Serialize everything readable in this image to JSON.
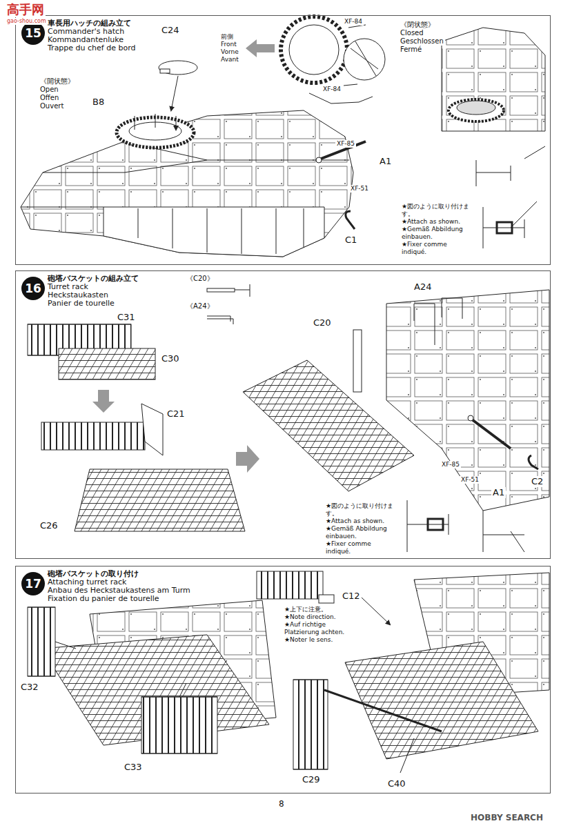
{
  "diagram": {
    "nodes": [
      {
        "text": [
          "車長用ハッチの組み立て",
          "Commander's hatch",
          "Kommandantenluke",
          "Trappe du chef de bord"
        ]
      },
      {
        "text": [
          "15"
        ],
        "in": 0
      },
      {
        "text": [
          "砲塔バスケットの組み立て",
          "Turret rack",
          "Heckstaukasten",
          "Panier de tourelle"
        ]
      },
      {
        "text": [
          "16"
        ],
        "in": 2
      },
      {
        "text": [
          "砲塔バスケットの取り付け",
          "Attaching turret rack",
          "Anbau des Heckstaukastens am Turm",
          "Fixation du panier de tourelle"
        ]
      },
      {
        "text": [
          "17"
        ],
        "in": 4
      }
    ],
    "labels": [
      "高手网",
      "gao-shou.com",
      "C24",
      "前側",
      "Front",
      "Vorne",
      "Avant",
      "XF-84",
      "XF-84",
      "《閉状態》",
      "Closed",
      "Geschlossen",
      "Fermé",
      "《開状態》",
      "Open",
      "Offen",
      "Ouvert",
      "B8",
      "XF-85",
      "A1",
      "XF-51",
      "C1",
      "★図のように取り付けます。",
      "★Attach as shown.",
      "★Gemäß Abbildung einbauen.",
      "★Fixer comme indiqué.",
      "《C20》",
      "《A24》",
      "C31",
      "C30",
      "C21",
      "C26",
      "C20",
      "A24",
      "XF-85",
      "XF-51",
      "A1",
      "C2",
      "★図のように取り付けます。",
      "★Attach as shown.",
      "★Gemäß Abbildung einbauen.",
      "★Fixer comme indiqué.",
      "C32",
      "C33",
      "C12",
      "★上下に注意。",
      "★Note direction.",
      "★Auf richtige Platzierung achten.",
      "★Noter le sens.",
      "C29",
      "C40",
      "8",
      "HOBBY SEARCH"
    ]
  }
}
